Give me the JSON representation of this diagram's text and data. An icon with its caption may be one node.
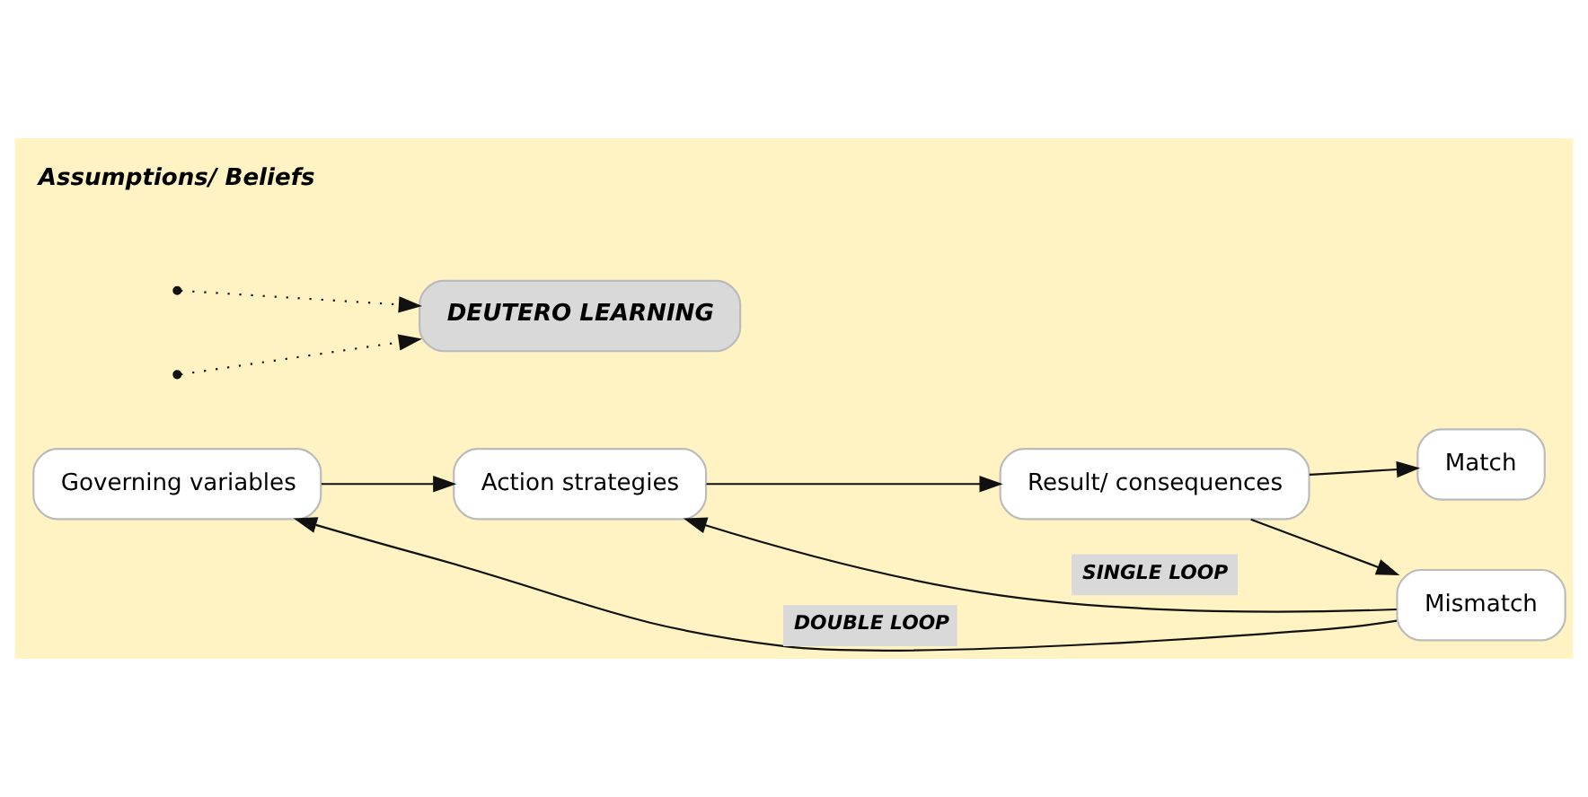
{
  "diagram": {
    "nodes": [
      {
        "text": [
          "Governing variables"
        ]
      },
      {
        "text": [
          "Action strategies"
        ]
      },
      {
        "text": [
          "Result/ consequences"
        ]
      },
      {
        "text": [
          "Match"
        ]
      },
      {
        "text": [
          "Mismatch"
        ]
      },
      {
        "text": [
          "DEUTERO LEARNING"
        ]
      }
    ],
    "edges": [
      {
        "from": 0,
        "to": 1,
        "arrow": "to"
      },
      {
        "from": 1,
        "to": 2,
        "arrow": "to"
      },
      {
        "from": 2,
        "to": 3,
        "arrow": "to"
      },
      {
        "from": 2,
        "to": 4,
        "arrow": "to"
      },
      {
        "from": 4,
        "to": 1,
        "arrow": "to",
        "label": "SINGLE LOOP"
      },
      {
        "from": 4,
        "to": 0,
        "arrow": "to",
        "label": "DOUBLE LOOP"
      },
      {
        "from": null,
        "to": 5,
        "arrow": "to",
        "style": "dashed"
      },
      {
        "from": null,
        "to": 5,
        "arrow": "to",
        "style": "dashed"
      }
    ],
    "labels": [
      "Assumptions/ Beliefs"
    ]
  }
}
